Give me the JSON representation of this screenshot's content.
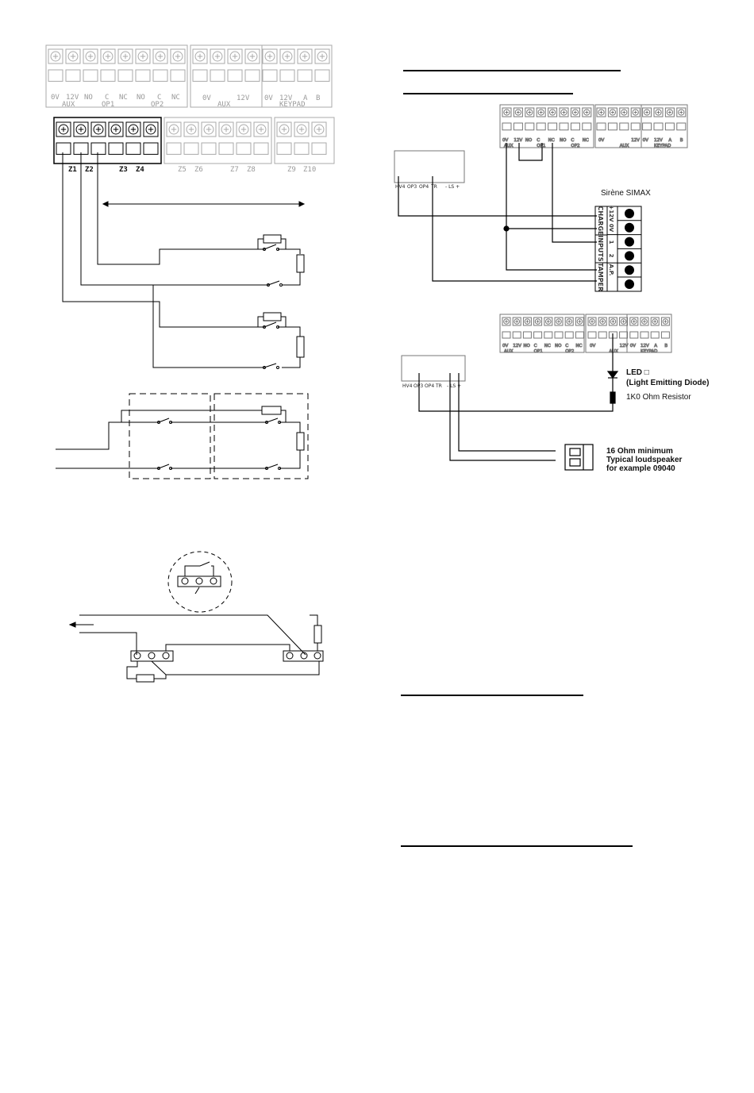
{
  "panel": {
    "top_left_labels": [
      "0V",
      "12V",
      "NO",
      "C",
      "NC",
      "NO",
      "C",
      "NC"
    ],
    "top_left_groups": [
      "AUX",
      "OP1",
      "OP2"
    ],
    "top_right_labels": [
      "0V",
      "12V",
      "0V",
      "12V",
      "A",
      "B"
    ],
    "top_right_groups": [
      "AUX",
      "KEYPAD"
    ],
    "zones_active": [
      "Z1",
      "Z2",
      "Z3",
      "Z4"
    ],
    "zones_inactive": [
      "Z5",
      "Z6",
      "Z7",
      "Z8",
      "Z9",
      "Z10"
    ]
  },
  "module": {
    "labels": [
      "HV4",
      "OP3",
      "OP4",
      "TR",
      "- LS +"
    ]
  },
  "siren": {
    "title": "Sirène SIMAX",
    "groups": [
      "CHARGE",
      "INPUTS",
      "TAMPER"
    ],
    "terminals": [
      "+12V",
      "0V",
      "1",
      "2",
      "A.P."
    ]
  },
  "led_diagram": {
    "led_label": "LED □",
    "led_desc": "(Light Emitting Diode)",
    "resistor_label": "1K0 Ohm Resistor",
    "speaker_lines": [
      "16 Ohm minimum",
      "Typical loudspeaker",
      "for example 09040"
    ]
  }
}
